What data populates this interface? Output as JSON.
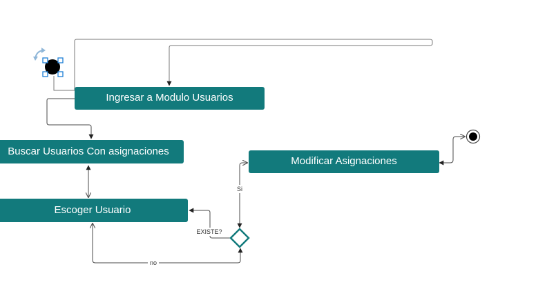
{
  "colors": {
    "node_fill": "#127a7c",
    "node_text": "#ffffff",
    "line": "#4a4a4a",
    "selection": "#1e7fd6"
  },
  "nodes": {
    "ingresar": "Ingresar a Modulo  Usuarios",
    "buscar": "Buscar Usuarios Con asignaciones",
    "escoger": "Escoger Usuario",
    "modificar": "Modificar Asignaciones"
  },
  "edge_labels": {
    "si": "Si",
    "existe": "EXISTE?",
    "no": "no"
  },
  "icons": {
    "start": "initial-node-icon",
    "end": "final-node-icon",
    "rotate": "rotate-handle-icon"
  }
}
